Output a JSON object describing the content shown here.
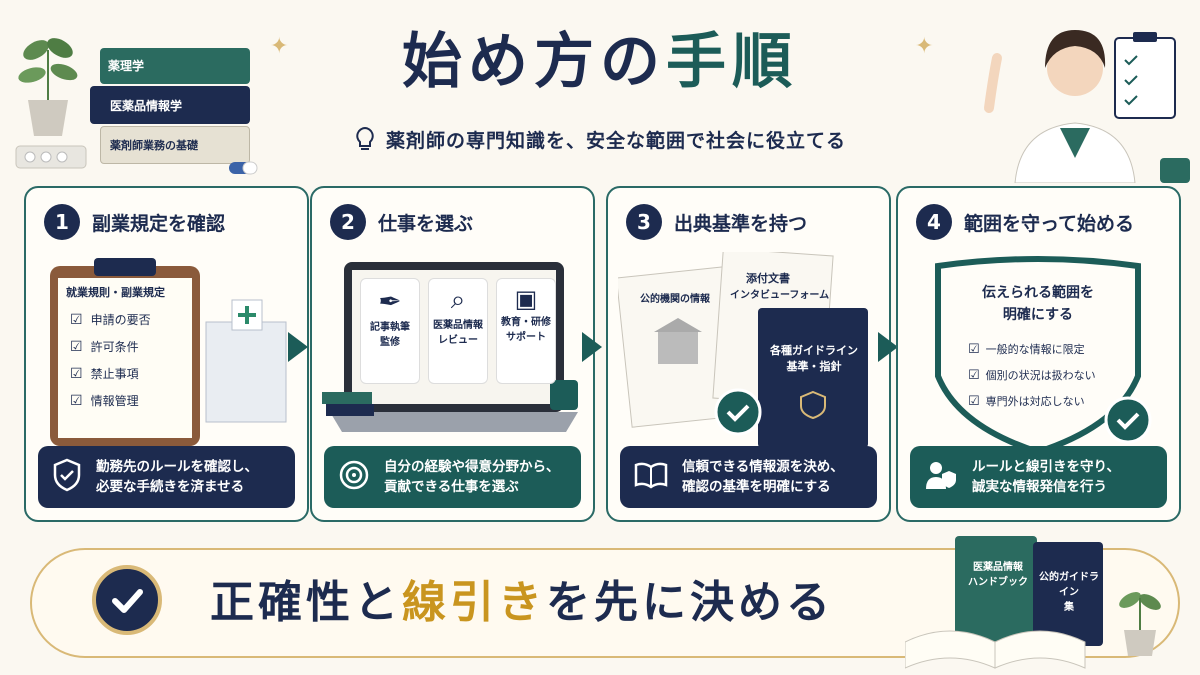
{
  "header": {
    "title_part1": "始め方の",
    "title_part2": "手順",
    "subtitle": "薬剤師の専門知識を、安全な範囲で社会に役立てる"
  },
  "decor_books": [
    "薬理学",
    "医薬品情報学",
    "薬剤師業務の基礎"
  ],
  "steps": [
    {
      "number": "1",
      "title": "副業規定を確認",
      "clipboard_title": "就業規則・副業規定",
      "checklist": [
        "申請の要否",
        "許可条件",
        "禁止事項",
        "情報管理"
      ],
      "footer": [
        "勤務先のルールを確認し、",
        "必要な手続きを済ませる"
      ]
    },
    {
      "number": "2",
      "title": "仕事を選ぶ",
      "options": [
        "記事執筆\n監修",
        "医薬品情報\nレビュー",
        "教育・研修\nサポート"
      ],
      "footer": [
        "自分の経験や得意分野から、",
        "貢献できる仕事を選ぶ"
      ]
    },
    {
      "number": "3",
      "title": "出典基準を持つ",
      "doc1": "公的機関の情報",
      "doc2_line1": "添付文書",
      "doc2_line2": "インタビューフォーム",
      "guide_line1": "各種ガイドライン",
      "guide_line2": "基準・指針",
      "footer": [
        "信頼できる情報源を決め、",
        "確認の基準を明確にする"
      ]
    },
    {
      "number": "4",
      "title": "範囲を守って始める",
      "shield_line1": "伝えられる範囲を",
      "shield_line2": "明確にする",
      "rules": [
        "一般的な情報に限定",
        "個別の状況は扱わない",
        "専門外は対応しない"
      ],
      "footer": [
        "ルールと線引きを守り、",
        "誠実な情報発信を行う"
      ]
    }
  ],
  "banner": {
    "part1": "正確性",
    "part2": "と",
    "part3": "線引き",
    "part4": "を先に決める"
  },
  "banner_books": [
    "医薬品情報\nハンドブック",
    "公的ガイドライン\n集"
  ],
  "colors": {
    "navy": "#1d2b4f",
    "teal": "#1c5c58",
    "gold": "#c9951f",
    "cream": "#fbf8f1"
  }
}
